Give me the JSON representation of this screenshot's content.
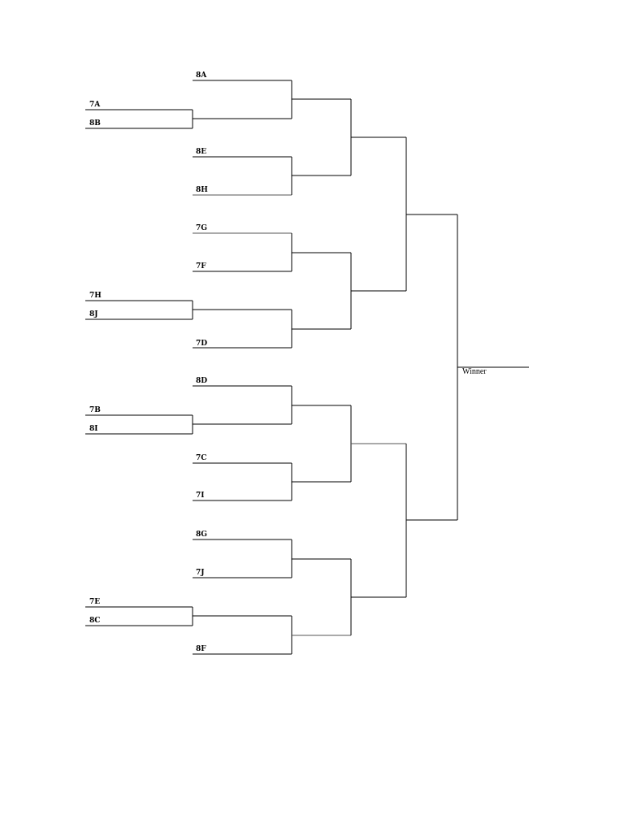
{
  "bracket": {
    "teams": {
      "t8A": "8A",
      "t7A": "7A",
      "t8B": "8B",
      "t8E": "8E",
      "t8H": "8H",
      "t7G": "7G",
      "t7F": "7F",
      "t7H": "7H",
      "t8J": "8J",
      "t7D": "7D",
      "t8D": "8D",
      "t7B": "7B",
      "t8I": "8I",
      "t7C": "7C",
      "t7I": "7I",
      "t8G": "8G",
      "t7J": "7J",
      "t7E": "7E",
      "t8C": "8C",
      "t8F": "8F"
    },
    "winner_label": "Winner"
  }
}
